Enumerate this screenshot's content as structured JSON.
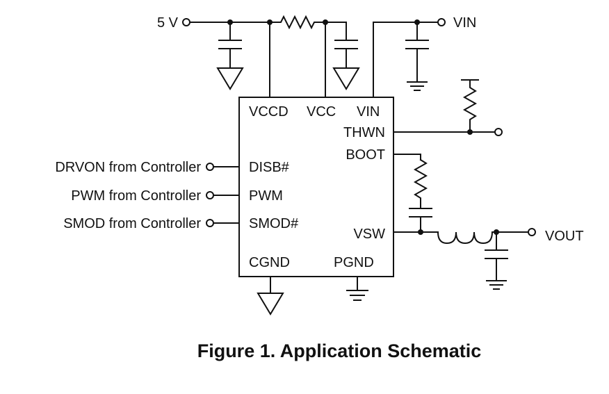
{
  "figure": {
    "caption": "Figure 1. Application Schematic"
  },
  "ic": {
    "pins": {
      "vccd": "VCCD",
      "vcc": "VCC",
      "vin": "VIN",
      "thwn": "THWN",
      "boot": "BOOT",
      "disb": "DISB#",
      "pwm": "PWM",
      "smod": "SMOD#",
      "vsw": "VSW",
      "cgnd": "CGND",
      "pgnd": "PGND"
    }
  },
  "nets": {
    "supply_5v": "5 V",
    "vin": "VIN",
    "vout": "VOUT"
  },
  "inputs": {
    "drvon": "DRVON from Controller",
    "pwm": "PWM from Controller",
    "smod": "SMOD from Controller"
  },
  "colors": {
    "line": "#111111",
    "background": "#ffffff"
  }
}
